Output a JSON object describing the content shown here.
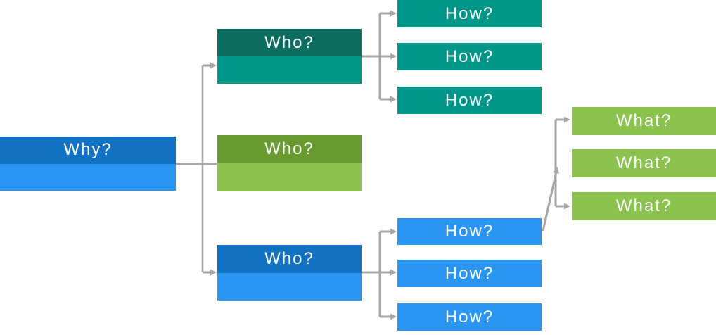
{
  "colors": {
    "blue_dark": "#1172c4",
    "blue_light": "#2b96f2",
    "teal_dark": "#0c6e61",
    "teal_light": "#00968a",
    "olive_dark": "#699a30",
    "green_light": "#8bc34e",
    "connector_gray": "#a6a6a6",
    "label_text": "#ffffff"
  },
  "diagram": {
    "why": {
      "label": "Why?"
    },
    "who": [
      {
        "label": "Who?"
      },
      {
        "label": "Who?"
      },
      {
        "label": "Who?"
      }
    ],
    "how_top": [
      {
        "label": "How?"
      },
      {
        "label": "How?"
      },
      {
        "label": "How?"
      }
    ],
    "how_bottom": [
      {
        "label": "How?"
      },
      {
        "label": "How?"
      },
      {
        "label": "How?"
      }
    ],
    "what": [
      {
        "label": "What?"
      },
      {
        "label": "What?"
      },
      {
        "label": "What?"
      }
    ]
  }
}
